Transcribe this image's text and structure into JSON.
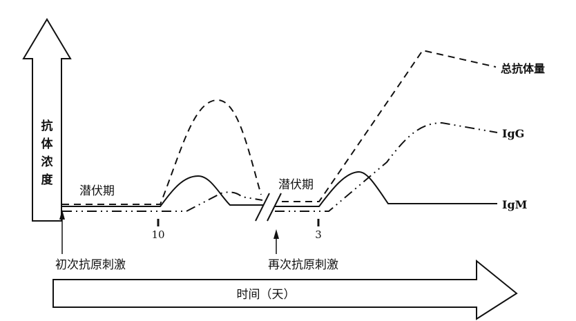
{
  "y_axis": {
    "label_chars": [
      "抗",
      "体",
      "浓",
      "度"
    ]
  },
  "x_axis": {
    "label": "时间（天）"
  },
  "latent_labels": [
    "潜伏期",
    "潜伏期"
  ],
  "ticks": [
    "10",
    "3"
  ],
  "stimuli": [
    "初次抗原刺激",
    "再次抗原刺激"
  ],
  "curves": {
    "total": "总抗体量",
    "igg": "IgG",
    "igm": "IgM"
  }
}
